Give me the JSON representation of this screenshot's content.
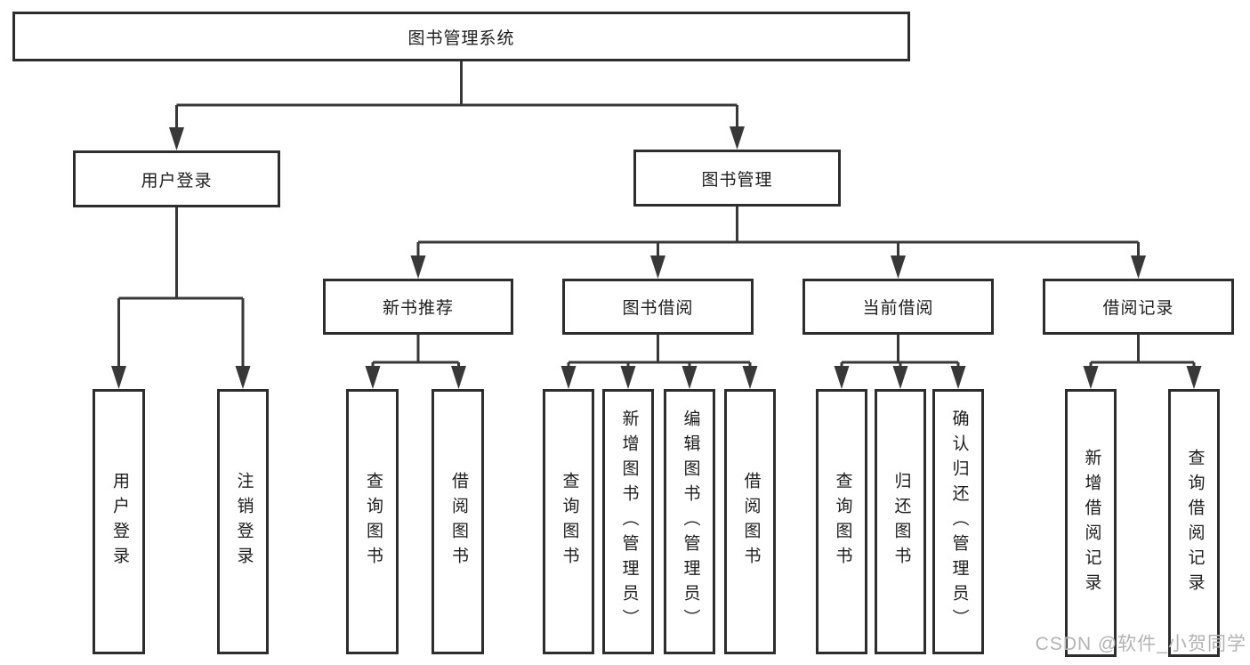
{
  "tree": {
    "label": "图书管理系统",
    "children": [
      {
        "label": "用户登录",
        "children": [
          {
            "label": "用户登录"
          },
          {
            "label": "注销登录"
          }
        ]
      },
      {
        "label": "图书管理",
        "children": [
          {
            "label": "新书推荐",
            "children": [
              {
                "label": "查询图书"
              },
              {
                "label": "借阅图书"
              }
            ]
          },
          {
            "label": "图书借阅",
            "children": [
              {
                "label": "查询图书"
              },
              {
                "label": "新增图书（管理员）"
              },
              {
                "label": "编辑图书（管理员）"
              },
              {
                "label": "借阅图书"
              }
            ]
          },
          {
            "label": "当前借阅",
            "children": [
              {
                "label": "查询图书"
              },
              {
                "label": "归还图书"
              },
              {
                "label": "确认归还（管理员）"
              }
            ]
          },
          {
            "label": "借阅记录",
            "children": [
              {
                "label": "新增借阅记录"
              },
              {
                "label": "查询借阅记录"
              }
            ]
          }
        ]
      }
    ]
  },
  "watermark": {
    "text": "CSDN @软件_小贺同学"
  },
  "colors": {
    "line": "#383838",
    "box_border": "#2d2d2d",
    "box_fill": "#ffffff",
    "text": "#1d1d1d",
    "watermark": "#b3b3b3"
  }
}
